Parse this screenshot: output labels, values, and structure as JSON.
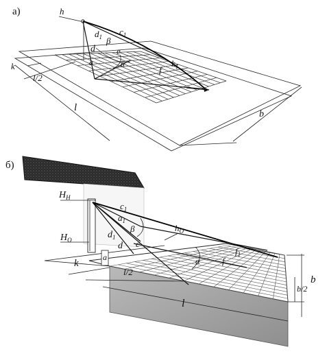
{
  "panel_a": {
    "label": "а)",
    "h": "h",
    "c1": "c",
    "c1_sub": "1",
    "d1": "d",
    "d1_sub": "1",
    "beta": "β",
    "d": "d",
    "e": "e",
    "a": "a",
    "alpha": "α",
    "f": "f",
    "k1": "k",
    "k1_sub": "1",
    "k": "k",
    "l_half": "l/2",
    "l": "l",
    "b": "b"
  },
  "panel_b": {
    "label": "б)",
    "H_H": "H",
    "H_H_sub": "H",
    "H_O": "H",
    "H_O_sub": "O",
    "c1": "c",
    "c1_sub": "1",
    "a1": "a",
    "a1_sub": "1",
    "h_O": "h",
    "h_O_sub": "O",
    "d1": "d",
    "d1_sub": "1",
    "beta": "β",
    "d": "d",
    "c": "c",
    "a": "a",
    "alpha": "α",
    "f": "f",
    "f1": "f",
    "f1_sub": "1",
    "k": "k",
    "l_half": "l/2",
    "l": "l",
    "b": "b",
    "b_half": "b/2"
  }
}
